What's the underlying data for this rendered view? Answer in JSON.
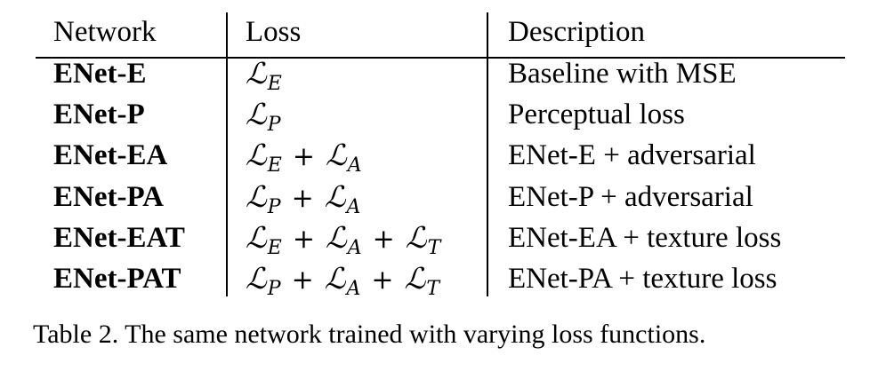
{
  "table": {
    "headers": [
      "Network",
      "Loss",
      "Description"
    ],
    "rows": [
      {
        "network": "ENet-E",
        "loss_terms": [
          "E"
        ],
        "description": "Baseline with MSE"
      },
      {
        "network": "ENet-P",
        "loss_terms": [
          "P"
        ],
        "description": "Perceptual loss"
      },
      {
        "network": "ENet-EA",
        "loss_terms": [
          "E",
          "A"
        ],
        "description": "ENet-E + adversarial"
      },
      {
        "network": "ENet-PA",
        "loss_terms": [
          "P",
          "A"
        ],
        "description": "ENet-P + adversarial"
      },
      {
        "network": "ENet-EAT",
        "loss_terms": [
          "E",
          "A",
          "T"
        ],
        "description": "ENet-EA + texture loss"
      },
      {
        "network": "ENet-PAT",
        "loss_terms": [
          "P",
          "A",
          "T"
        ],
        "description": "ENet-PA + texture loss"
      }
    ]
  },
  "loss_symbol": "ℒ",
  "caption": "Table 2. The same network trained with varying loss functions."
}
